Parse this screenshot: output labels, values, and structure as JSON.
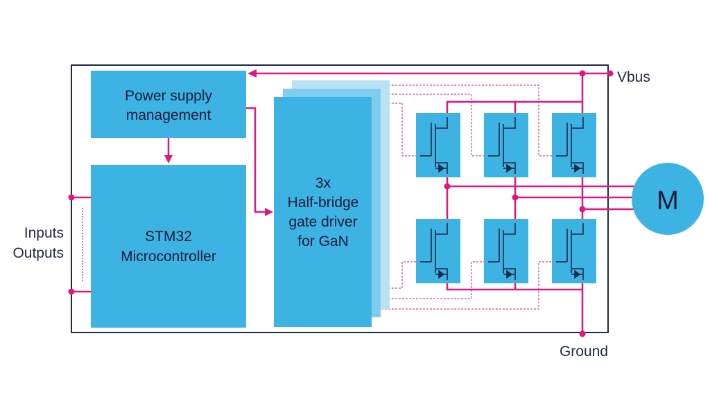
{
  "colors": {
    "block": "#3db3e3",
    "block_light_1": "#7fcdee",
    "block_light_2": "#b9e2f4",
    "wire": "#e0177e",
    "frame": "#1b2a4a",
    "text": "#1f2a44"
  },
  "blocks": {
    "power_supply": {
      "line1": "Power supply",
      "line2": "management"
    },
    "mcu": {
      "line1": "STM32",
      "line2": "Microcontroller"
    },
    "gate_driver": {
      "line1": "3x",
      "line2": "Half-bridge",
      "line3": "gate driver",
      "line4": "for GaN"
    },
    "motor": {
      "label": "M"
    }
  },
  "labels": {
    "vbus": "Vbus",
    "ground": "Ground",
    "inputs": "Inputs",
    "outputs": "Outputs"
  },
  "transistor_icon": "gan-transistor-icon",
  "transistor_count": 6
}
